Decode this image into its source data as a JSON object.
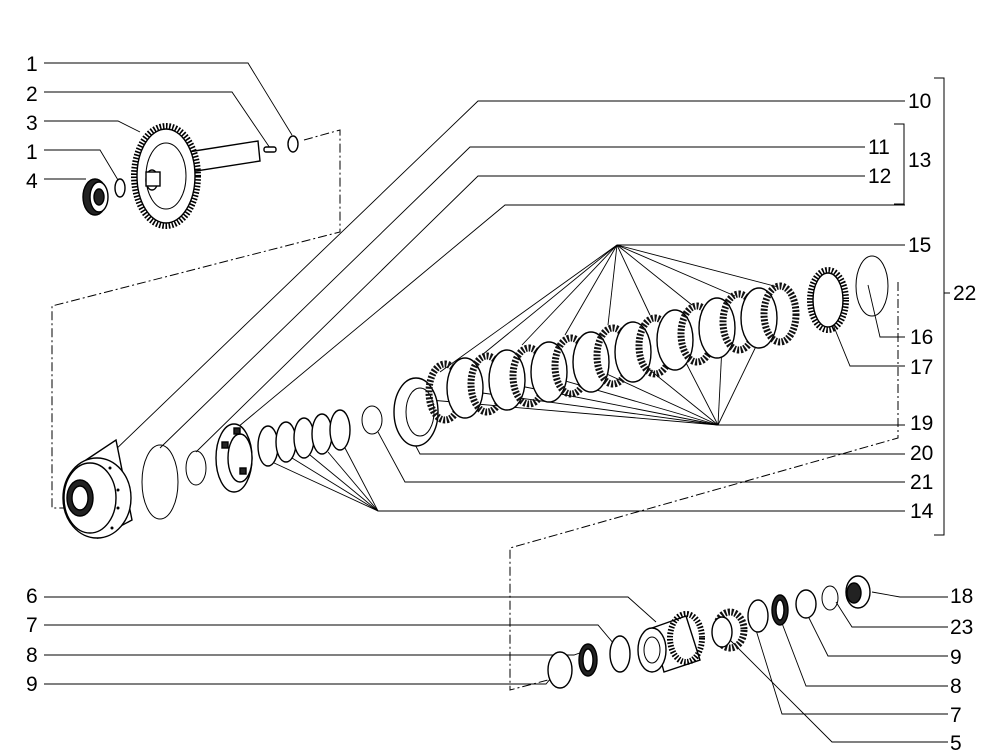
{
  "labels": {
    "l1a": "1",
    "l2": "2",
    "l3": "3",
    "l1b": "1",
    "l4": "4",
    "l10": "10",
    "l11": "11",
    "l12": "12",
    "l13": "13",
    "l15": "15",
    "l22": "22",
    "l16": "16",
    "l17": "17",
    "l19": "19",
    "l20": "20",
    "l21": "21",
    "l14": "14",
    "l6": "6",
    "l7a": "7",
    "l8a": "8",
    "l9a": "9",
    "l18": "18",
    "l23": "23",
    "l9b": "9",
    "l8b": "8",
    "l7b": "7",
    "l5": "5"
  }
}
